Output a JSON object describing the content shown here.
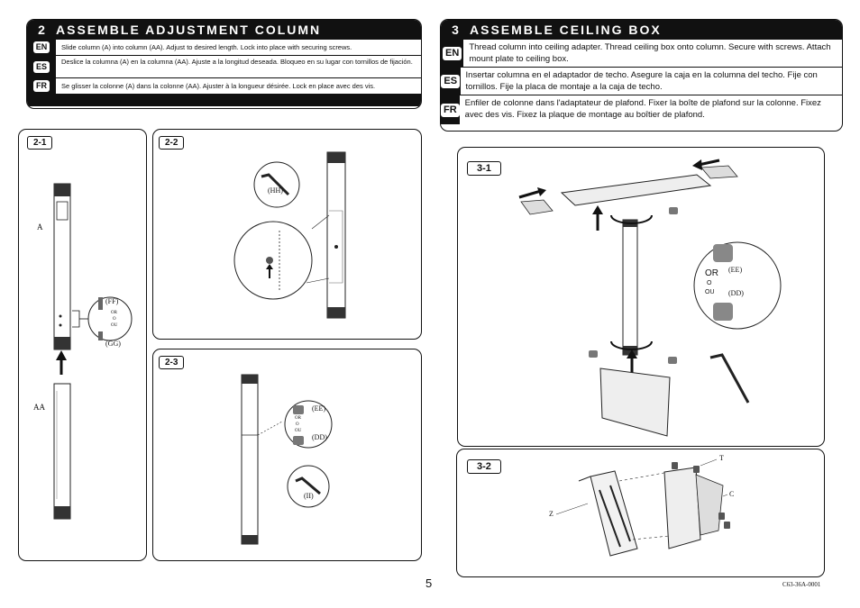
{
  "section2": {
    "number": "2",
    "title": "ASSEMBLE ADJUSTMENT COLUMN",
    "rows": [
      {
        "lang": "EN",
        "text": "Slide column (A) into column (AA).  Adjust to desired length.  Lock into place with securing screws."
      },
      {
        "lang": "ES",
        "text": "Deslice la columna (A) en la columna (AA). Ajuste a la longitud deseada. Bloqueo en su lugar con tornillos de fijación."
      },
      {
        "lang": "FR",
        "text": "Se glisser la colonne (A) dans la colonne (AA). Ajuster à la longueur désirée. Lock en place avec des vis."
      }
    ]
  },
  "section3": {
    "number": "3",
    "title": "ASSEMBLE CEILING BOX",
    "rows": [
      {
        "lang": "EN",
        "text": "Thread column into ceiling adapter.   Thread ceiling box onto column.  Secure with screws.  Attach mount plate to ceiling box."
      },
      {
        "lang": "ES",
        "text": "Insertar columna en el adaptador de techo. Asegure la caja en la columna del techo. Fije con tornillos. Fije la placa de montaje a la caja de techo."
      },
      {
        "lang": "FR",
        "text": "Enfiler de colonne  dans l'adaptateur de plafond.  Fixer la boîte de plafond sur la colonne.  Fixez avec des vis.  Fixez la plaque de montage au boîtier de plafond."
      }
    ]
  },
  "panels": {
    "p21": {
      "label": "2-1",
      "A": "A",
      "AA": "AA",
      "FF": "(FF)",
      "GG": "(GG)",
      "or": "OR",
      "o": "O",
      "ou": "OU"
    },
    "p22": {
      "label": "2-2",
      "HH": "(HH)"
    },
    "p23": {
      "label": "2-3",
      "EE": "(EE)",
      "DD": "(DD)",
      "II": "(II)",
      "or": "OR",
      "o": "O",
      "ou": "OU"
    },
    "p31": {
      "label": "3-1",
      "EE": "(EE)",
      "DD": "(DD)",
      "or": "OR",
      "o": "O",
      "ou": "OU"
    },
    "p32": {
      "label": "3-2",
      "T": "T",
      "C": "C",
      "Z": "Z"
    }
  },
  "page_number": "5",
  "doc_code": "C63-36A-0001"
}
